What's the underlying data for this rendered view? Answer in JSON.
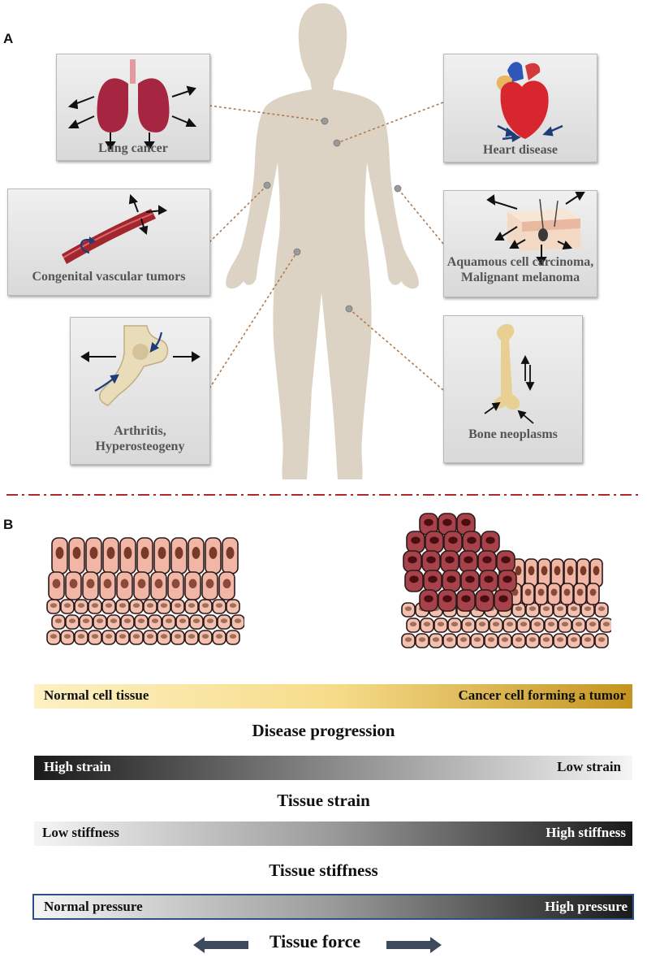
{
  "panels": {
    "a": "A",
    "b": "B"
  },
  "organs": {
    "lung": "Lung cancer",
    "heart": "Heart disease",
    "vascular": "Congenital vascular tumors",
    "skin": "Aquamous cell carcinoma,\nMalignant melanoma",
    "joint": "Arthritis,\nHyperosteogeny",
    "bone": "Bone neoplasms"
  },
  "gradients": {
    "disease": {
      "left": "Normal cell tissue",
      "right": "Cancer cell forming a tumor",
      "caption": "Disease progression"
    },
    "strain": {
      "left": "High strain",
      "right": "Low strain",
      "caption": "Tissue strain"
    },
    "stiffness": {
      "left": "Low stiffness",
      "right": "High stiffness",
      "caption": "Tissue stiffness"
    },
    "pressure": {
      "left": "Normal pressure",
      "right": "High pressure"
    }
  },
  "force_label": "Tissue force",
  "colors": {
    "body": "#dcd3c4",
    "connector": "#b07a4e",
    "divider": "#b02a2a",
    "tumor_cell": "#a8424a",
    "normal_cell": "#f1b6a6",
    "arrow": "#3c4a5c"
  }
}
